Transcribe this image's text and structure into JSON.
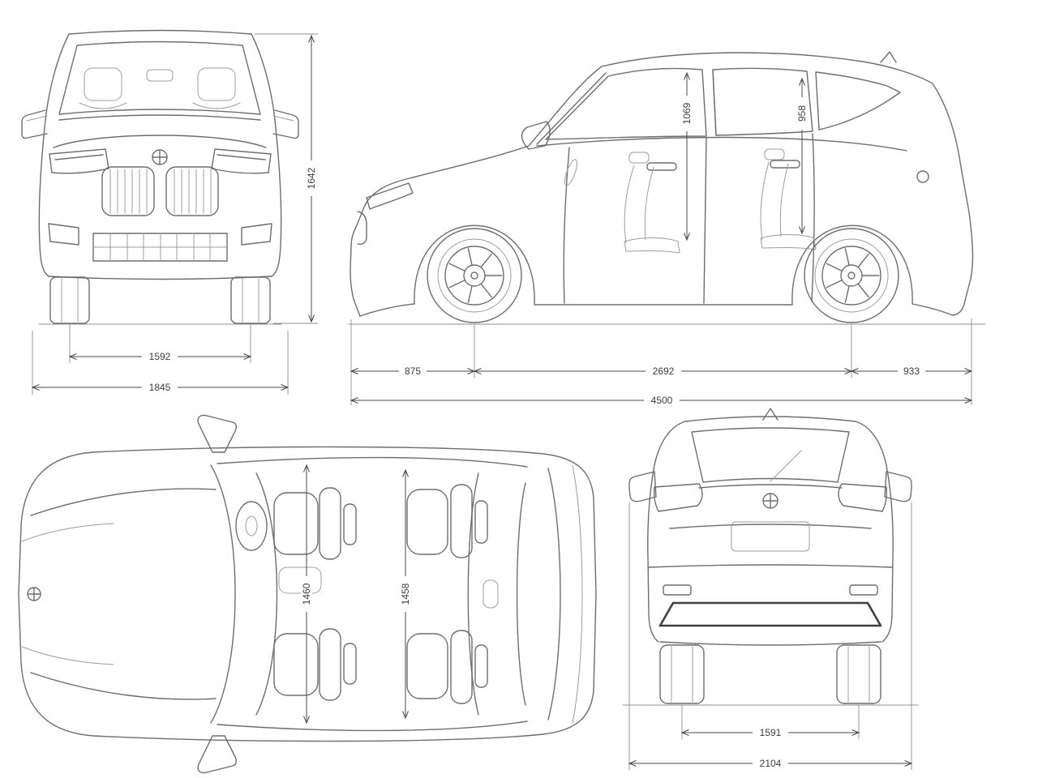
{
  "diagram": {
    "front_view": {
      "overall_height_mm": "1642",
      "front_track_mm": "1592",
      "overall_width_mm": "1845"
    },
    "side_view": {
      "front_interior_height_mm": "1069",
      "rear_interior_height_mm": "958",
      "front_overhang_mm": "875",
      "wheelbase_mm": "2692",
      "rear_overhang_mm": "933",
      "overall_length_mm": "4500"
    },
    "top_view": {
      "front_interior_width_mm": "1460",
      "rear_interior_width_mm": "1458"
    },
    "rear_view": {
      "rear_track_mm": "1591",
      "overall_width_incl_mirrors_mm": "2104"
    }
  },
  "colors": {
    "background": "#ffffff",
    "line": "#6e6e6e",
    "dimension_text": "#3c3c3c"
  }
}
